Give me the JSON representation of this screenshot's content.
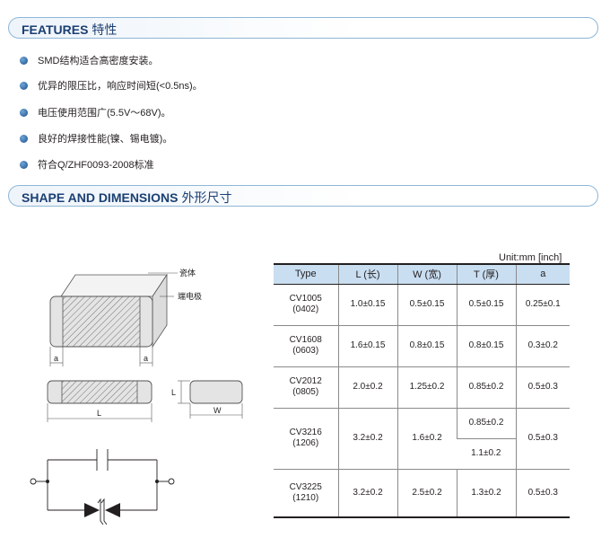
{
  "features_section": {
    "title_en": "FEATURES",
    "title_cn": "特性"
  },
  "features": [
    "SMD结构适合高密度安装。",
    "优异的限压比，响应时间短(<0.5ns)。",
    "电压使用范围广(5.5V～68V)。",
    "良好的焊接性能(镍、锡电镀)。",
    "符合Q/ZHF0093-2008标准"
  ],
  "shape_section": {
    "title_en": "SHAPE AND DIMENSIONS",
    "title_cn": "外形尺寸"
  },
  "diagram_labels": {
    "body": "瓷体",
    "electrode": "端电极",
    "a_left": "a",
    "a_right": "a",
    "L_length": "L",
    "L_height": "L",
    "W": "W"
  },
  "unit_note": "Unit:mm [inch]",
  "table": {
    "headers": [
      "Type",
      "L (长)",
      "W (宽)",
      "T (厚)",
      "a"
    ],
    "rows": [
      {
        "type": "CV1005",
        "inch": "(0402)",
        "L": "1.0±0.15",
        "W": "0.5±0.15",
        "T": "0.5±0.15",
        "a": "0.25±0.1"
      },
      {
        "type": "CV1608",
        "inch": "(0603)",
        "L": "1.6±0.15",
        "W": "0.8±0.15",
        "T": "0.8±0.15",
        "a": "0.3±0.2"
      },
      {
        "type": "CV2012",
        "inch": "(0805)",
        "L": "2.0±0.2",
        "W": "1.25±0.2",
        "T": "0.85±0.2",
        "a": "0.5±0.3"
      },
      {
        "type": "CV3216",
        "inch": "(1206)",
        "L": "3.2±0.2",
        "W": "1.6±0.2",
        "T1": "0.85±0.2",
        "T2": "1.1±0.2",
        "a": "0.5±0.3"
      },
      {
        "type": "CV3225",
        "inch": "(1210)",
        "L": "3.2±0.2",
        "W": "2.5±0.2",
        "T": "1.3±0.2",
        "a": "0.5±0.3"
      }
    ]
  },
  "colors": {
    "section_title": "#1b3f73",
    "section_border": "#8fb6d6",
    "table_header_bg": "#c9def1",
    "bullet": "#1b4f8a"
  }
}
